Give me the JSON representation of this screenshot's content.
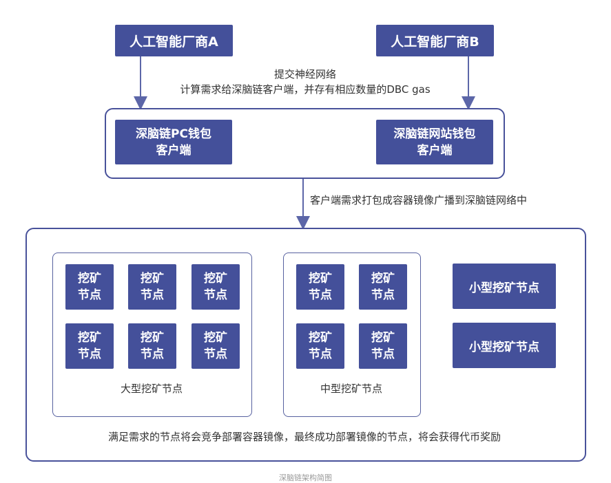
{
  "vendors": {
    "a": "人工智能厂商A",
    "b": "人工智能厂商B"
  },
  "submit_note": {
    "line1": "提交神经网络",
    "line2": "计算需求给深脑链客户端，并存有相应数量的DBC gas"
  },
  "clients": {
    "pc": {
      "line1": "深脑链PC钱包",
      "line2": "客户端"
    },
    "web": {
      "line1": "深脑链网站钱包",
      "line2": "客户端"
    }
  },
  "broadcast_note": "客户端需求打包成容器镜像广播到深脑链网络中",
  "miner": {
    "line1": "挖矿",
    "line2": "节点"
  },
  "groups": {
    "large_label": "大型挖矿节点",
    "medium_label": "中型挖矿节点"
  },
  "small_nodes": [
    "小型挖矿节点",
    "小型挖矿节点"
  ],
  "reward_note": "满足需求的节点将会竞争部署容器镜像，最终成功部署镜像的节点，将会获得代币奖励",
  "caption": "深脑链架构简图",
  "colors": {
    "box_fill": "#44509a",
    "frame_stroke": "#48519a",
    "arrow": "#5c66a8"
  }
}
